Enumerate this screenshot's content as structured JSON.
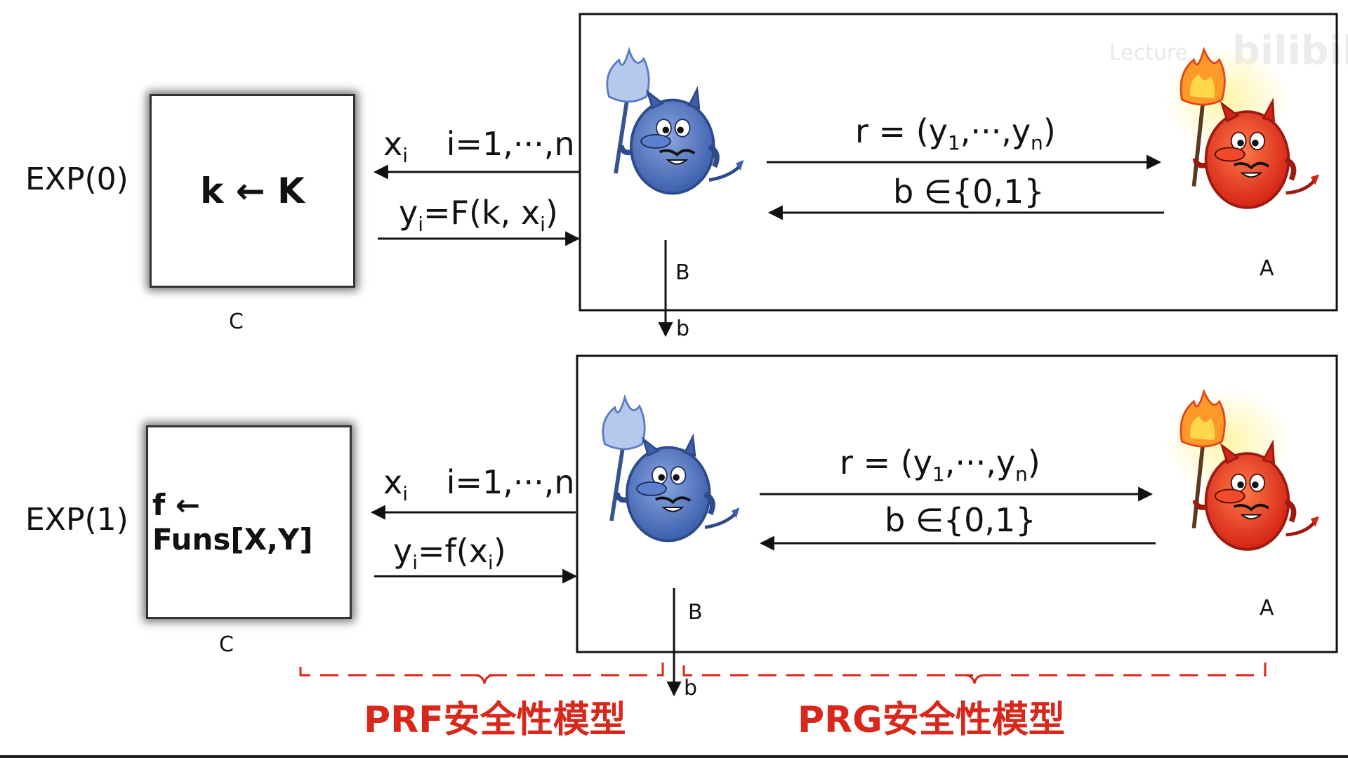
{
  "watermark": {
    "left": "Lecture",
    "right": "bilibili"
  },
  "top_experiment": {
    "exp_label": "EXP(0)",
    "challenger_text": "k ← K",
    "challenger_label": "C",
    "query_x": "x",
    "query_x_sub": "i",
    "query_range": "i=1,···,n",
    "response_y_pre": "y",
    "response_y_sub": "i",
    "response_y_mid": "=F(k, x",
    "response_y_sub2": "i",
    "response_y_post": ")",
    "r_pre": "r = (y",
    "r_sub1": "1",
    "r_mid": ",···,y",
    "r_subn": "n",
    "r_post": ")",
    "b_text": "b ∈{0,1}",
    "blue_label": "B",
    "red_label": "A",
    "out_label": "b"
  },
  "bottom_experiment": {
    "exp_label": "EXP(1)",
    "challenger_text": "f ← Funs[X,Y]",
    "challenger_label": "C",
    "query_x": "x",
    "query_x_sub": "i",
    "query_range": "i=1,···,n",
    "response_y_pre": "y",
    "response_y_sub": "i",
    "response_y_mid": "=f(x",
    "response_y_sub2": "i",
    "response_y_post": ")",
    "r_pre": "r = (y",
    "r_sub1": "1",
    "r_mid": ",···,y",
    "r_subn": "n",
    "r_post": ")",
    "b_text": "b ∈{0,1}",
    "blue_label": "B",
    "red_label": "A",
    "out_label": "b"
  },
  "brackets": {
    "left_label": "PRF安全性模型",
    "right_label": "PRG安全性模型"
  },
  "colors": {
    "bracket_red": "#d9271c",
    "blue_devil": "#4f74c4",
    "red_devil": "#e23a1f"
  }
}
